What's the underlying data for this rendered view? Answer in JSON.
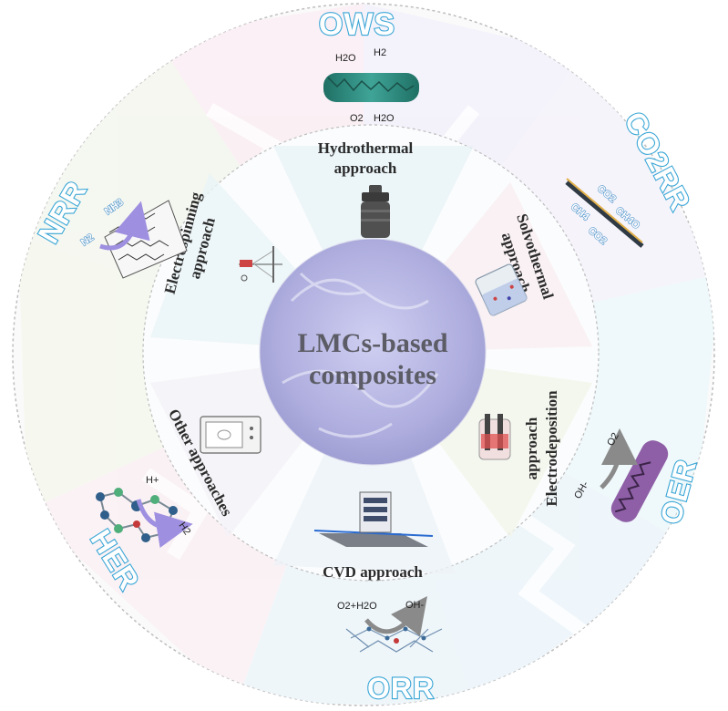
{
  "center": {
    "line1": "LMCs-based",
    "line2": "composites"
  },
  "methods": {
    "hydrothermal": {
      "line1": "Hydrothermal",
      "line2": "approach"
    },
    "solvothermal": {
      "line1": "Solvothermal",
      "line2": "approach"
    },
    "electrodeposition": {
      "line1": "approach",
      "line2": "Electrodeposition"
    },
    "cvd": {
      "line1": "CVD approach"
    },
    "other": {
      "line1": "Other approaches"
    },
    "electrospinning": {
      "line1": "Electrospinning",
      "line2": "approach"
    }
  },
  "applications": {
    "ows": {
      "label": "OWS",
      "species": [
        "H2O",
        "H2",
        "O2",
        "H2O"
      ]
    },
    "co2rr": {
      "label": "CO2RR",
      "species": [
        "CO2",
        "CH4O",
        "CH4",
        "CO2"
      ]
    },
    "oer": {
      "label": "OER",
      "species": [
        "O2",
        "OH-"
      ]
    },
    "orr": {
      "label": "ORR",
      "species": [
        "O2+H2O",
        "OH-"
      ]
    },
    "her": {
      "label": "HER",
      "species": [
        "H+",
        "H2"
      ]
    },
    "nrr": {
      "label": "NRR",
      "species": [
        "N2",
        "NH3"
      ]
    }
  },
  "colors": {
    "outer_ring_border": "#bdbdbd",
    "inner_ring_fill": "#fbfcfd",
    "center_fill": "#b9b8e6",
    "app_label_stroke": "#3aa6d6"
  }
}
